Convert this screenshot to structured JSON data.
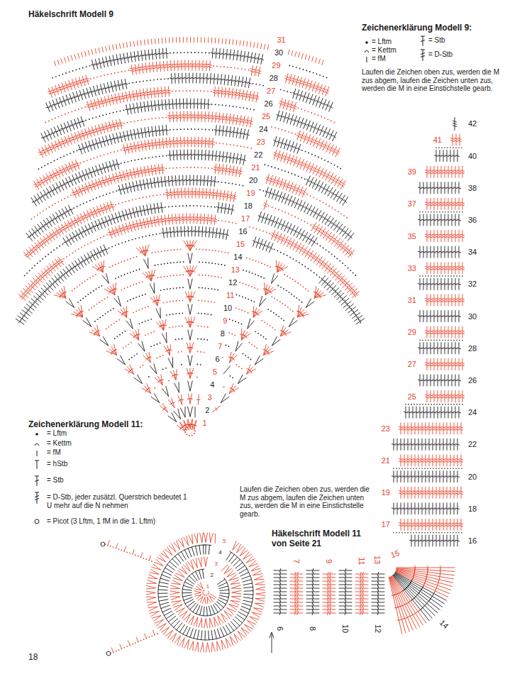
{
  "diagram": {
    "labels": [
      "Häkelschrift Modell 9",
      "Zeichenerklärung Modell 9:",
      "Laufen die Zeichen oben zus, werden die M zus abgem, laufen die Zeichen unten zus, werden die M in eine Einstichstelle gearb.",
      "1",
      "2",
      "3",
      "4",
      "5",
      "6",
      "7",
      "8",
      "9",
      "10",
      "11",
      "12",
      "13",
      "14",
      "15",
      "16",
      "17",
      "18",
      "19",
      "20",
      "21",
      "22",
      "23",
      "24",
      "25",
      "26",
      "27",
      "28",
      "29",
      "30",
      "31",
      "Zeichenerklärung Modell 11:",
      "Laufen die Zeichen oben zus, werden die M zus abgem, laufen die Zeichen unten zus, werden die M in eine Einstichstelle gearb.",
      "Häkelschrift Modell 11 von Seite 21",
      "1",
      "2",
      "3",
      "4",
      "5",
      "6",
      "7",
      "8",
      "9",
      "10",
      "11",
      "12",
      "13",
      "14",
      "15",
      "16",
      "17",
      "18",
      "19",
      "20",
      "21",
      "22",
      "23",
      "24",
      "25",
      "26",
      "27",
      "28",
      "29",
      "30",
      "31",
      "32",
      "33",
      "34",
      "35",
      "36",
      "37",
      "38",
      "39",
      "40",
      "41",
      "42",
      "18"
    ],
    "legend": [
      {
        "text": "= Lftm"
      },
      {
        "text": "= Kettm"
      },
      {
        "text": "= fM"
      },
      {
        "text": "= Stb"
      },
      {
        "text": "= D-Stb"
      },
      {
        "text": "= Lftm"
      },
      {
        "text": "= Kettm"
      },
      {
        "text": "= fM"
      },
      {
        "text": "= hStb"
      },
      {
        "text": "= Stb"
      },
      {
        "text": "= D-Stb, jeder zusätzl. Querstrich bedeutet 1 U mehr auf die N nehmen"
      },
      {
        "text": "= Picot (3 Lftm, 1 fM in die 1. Lftm)"
      }
    ]
  }
}
